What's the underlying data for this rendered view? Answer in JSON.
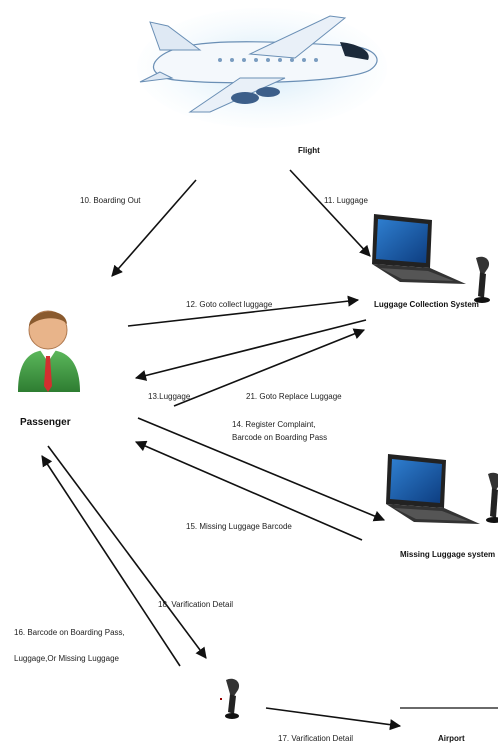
{
  "nodes": {
    "flight": "Flight",
    "luggage_collection": "Luggage Collection System",
    "passenger": "Passenger",
    "missing_luggage": "Missing Luggage system",
    "airport": "Airport"
  },
  "edges": {
    "e10": "10.   Boarding Out",
    "e11": "11. Luggage",
    "e12": "12.   Goto collect luggage",
    "e13": "13.Luggage",
    "e21": "21.   Goto Replace Luggage",
    "e14_line1": "14.     Register Complaint,",
    "e14_line2": "Barcode on Boarding Pass",
    "e15": "15.  Missing Luggage Barcode",
    "e18": "18. Varification Detail",
    "e16_line1": "16. Barcode on Boarding Pass,",
    "e16_line2": "Luggage,Or Missing Luggage",
    "e17": "17.  Varification Detail"
  }
}
